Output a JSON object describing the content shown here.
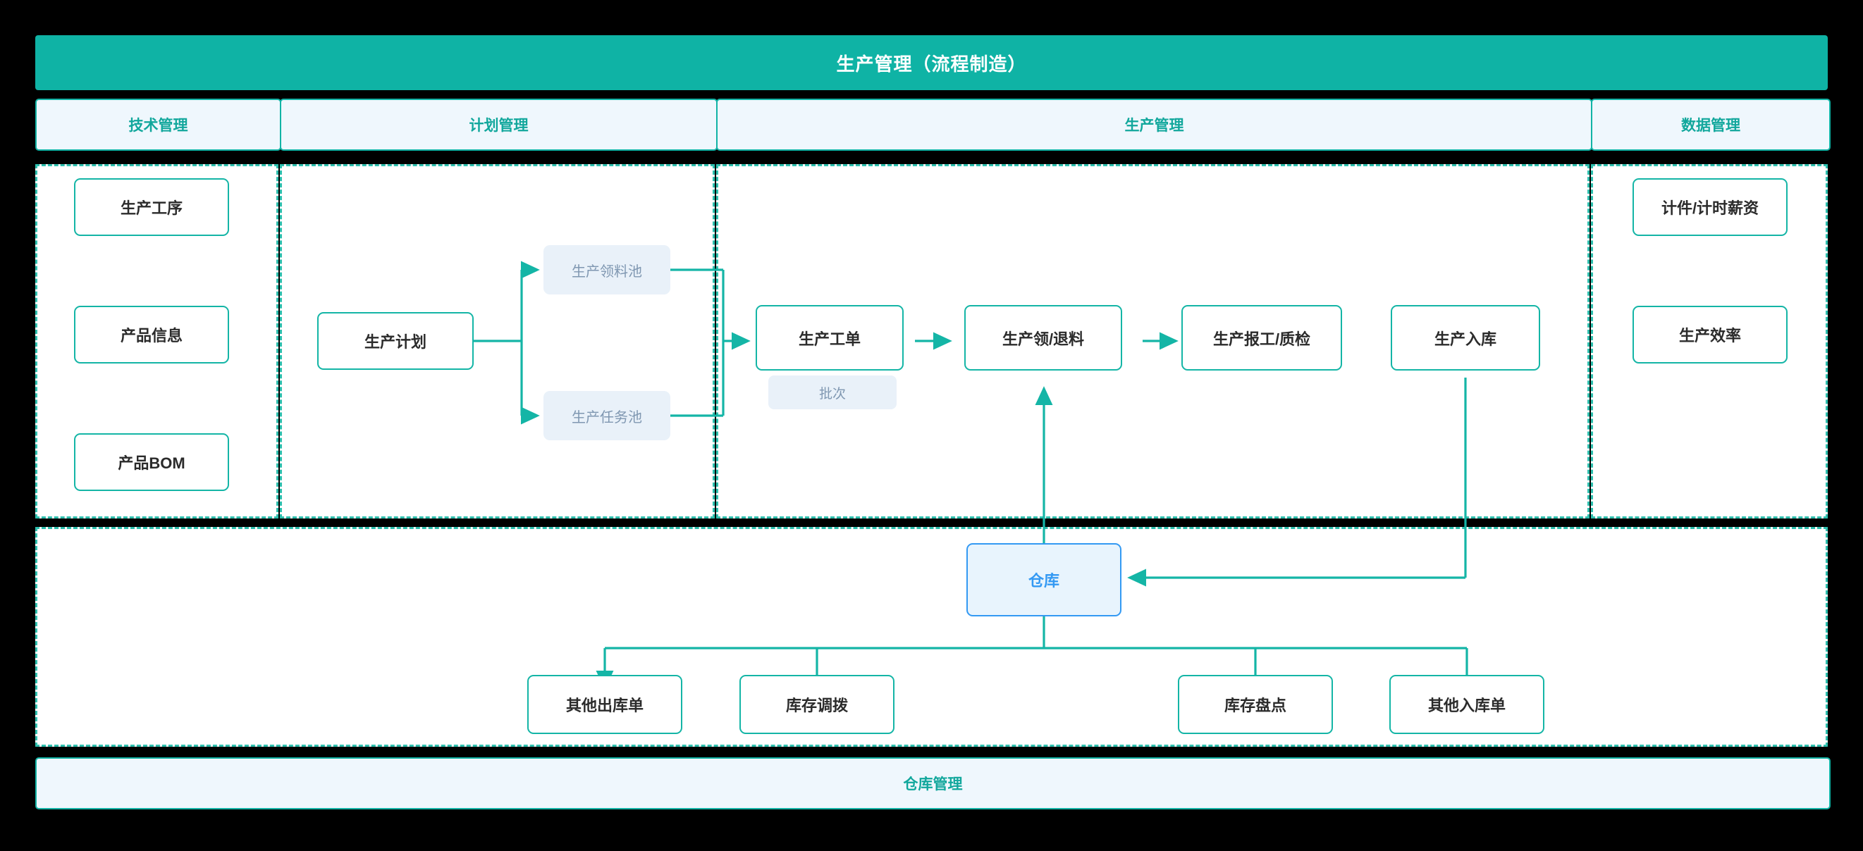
{
  "header": {
    "title": "生产管理（流程制造）"
  },
  "columns": [
    {
      "label": "技术管理"
    },
    {
      "label": "计划管理"
    },
    {
      "label": "生产管理"
    },
    {
      "label": "数据管理"
    }
  ],
  "tech": {
    "nodes": [
      {
        "label": "生产工序"
      },
      {
        "label": "产品信息"
      },
      {
        "label": "产品BOM"
      }
    ]
  },
  "plan": {
    "plan_node": {
      "label": "生产计划"
    },
    "pools": [
      {
        "label": "生产领料池"
      },
      {
        "label": "生产任务池"
      }
    ]
  },
  "production": {
    "nodes": [
      {
        "label": "生产工单"
      },
      {
        "label": "生产领/退料"
      },
      {
        "label": "生产报工/质检"
      },
      {
        "label": "生产入库"
      }
    ],
    "batch_tag": {
      "label": "批次"
    }
  },
  "data_mgmt": {
    "nodes": [
      {
        "label": "计件/计时薪资"
      },
      {
        "label": "生产效率"
      }
    ]
  },
  "warehouse": {
    "hub": {
      "label": "仓库"
    },
    "nodes": [
      {
        "label": "其他出库单"
      },
      {
        "label": "库存调拨"
      },
      {
        "label": "库存盘点"
      },
      {
        "label": "其他入库单"
      }
    ]
  },
  "footer": {
    "label": "仓库管理"
  },
  "colors": {
    "brand_teal": "#0fb3a5",
    "node_border": "#14b5a6",
    "connector": "#14b5a6",
    "panel_fill": "#ffffff",
    "header_cell_fill": "#eff7fd",
    "pool_fill": "#e9f1f9",
    "pool_text": "#7f97b1",
    "blue_accent": "#3399f3",
    "blue_fill": "#e8f4fd",
    "node_text": "#2b2b2b"
  }
}
